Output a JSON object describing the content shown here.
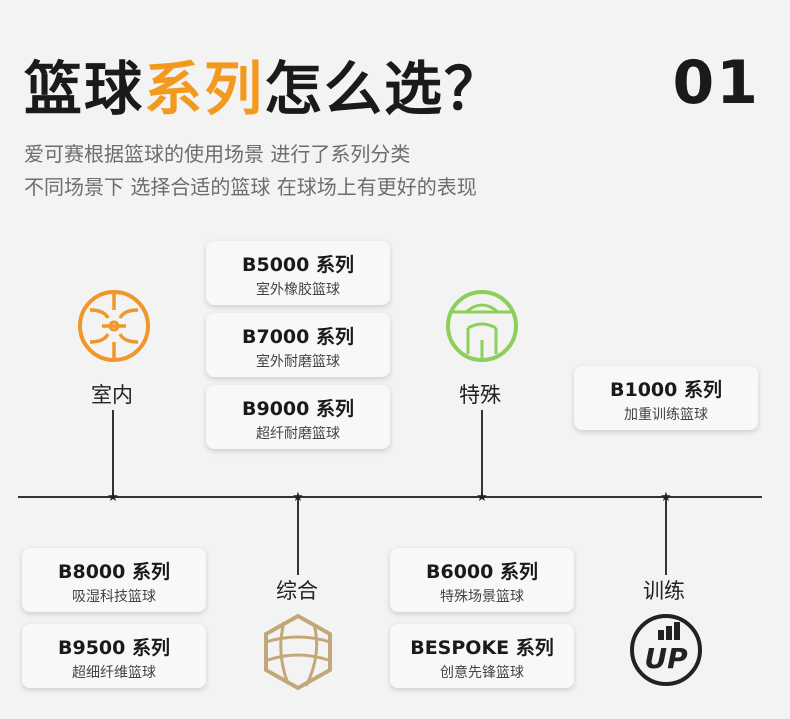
{
  "header": {
    "title_pre": "篮球",
    "title_accent": "系列",
    "title_post": "怎么选？",
    "number": "01",
    "subtitle_line1": "爱可赛根据篮球的使用场景 进行了系列分类",
    "subtitle_line2": "不同场景下 选择合适的篮球 在球场上有更好的表现"
  },
  "categories": {
    "indoor": "室内",
    "combined": "综合",
    "special": "特殊",
    "training": "训练"
  },
  "cards": {
    "b5000": {
      "name": "B5000 系列",
      "desc": "室外橡胶篮球"
    },
    "b7000": {
      "name": "B7000 系列",
      "desc": "室外耐磨篮球"
    },
    "b9000": {
      "name": "B9000 系列",
      "desc": "超纤耐磨篮球"
    },
    "b1000": {
      "name": "B1000 系列",
      "desc": "加重训练篮球"
    },
    "b8000": {
      "name": "B8000 系列",
      "desc": "吸湿科技篮球"
    },
    "b9500": {
      "name": "B9500 系列",
      "desc": "超细纤维篮球"
    },
    "b6000": {
      "name": "B6000 系列",
      "desc": "特殊场景篮球"
    },
    "bespoke": {
      "name": "BESPOKE 系列",
      "desc": "创意先锋篮球"
    }
  },
  "icons": {
    "indoor": "indoor-basketball-icon",
    "combined": "hexagon-basketball-icon",
    "special": "special-basketball-icon",
    "training": "up-logo-icon",
    "training_logo_text": "UP"
  },
  "colors": {
    "accent_orange": "#f39a1e",
    "indoor_orange": "#f0962a",
    "special_green": "#8ccf5a",
    "combined_gold": "#c2a878",
    "dark": "#222222"
  }
}
